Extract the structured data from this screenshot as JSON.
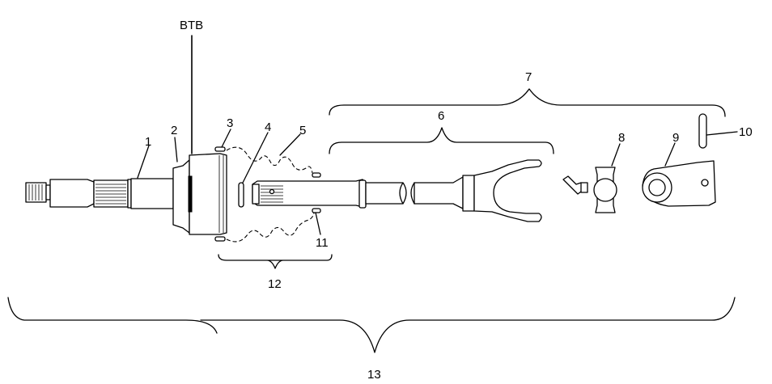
{
  "figure": {
    "type": "exploded-parts-diagram",
    "subject": "drive shaft assembly",
    "callouts": [
      {
        "id": "1",
        "label": "1"
      },
      {
        "id": "2",
        "label": "2"
      },
      {
        "id": "3",
        "label": "3"
      },
      {
        "id": "4",
        "label": "4"
      },
      {
        "id": "5",
        "label": "5"
      },
      {
        "id": "6",
        "label": "6"
      },
      {
        "id": "7",
        "label": "7"
      },
      {
        "id": "8",
        "label": "8"
      },
      {
        "id": "9",
        "label": "9"
      },
      {
        "id": "10",
        "label": "10"
      },
      {
        "id": "11",
        "label": "11"
      },
      {
        "id": "12",
        "label": "12"
      },
      {
        "id": "13",
        "label": "13"
      }
    ],
    "marker": {
      "label": "BTB"
    },
    "line_color": "#000000",
    "background_color": "#ffffff"
  }
}
